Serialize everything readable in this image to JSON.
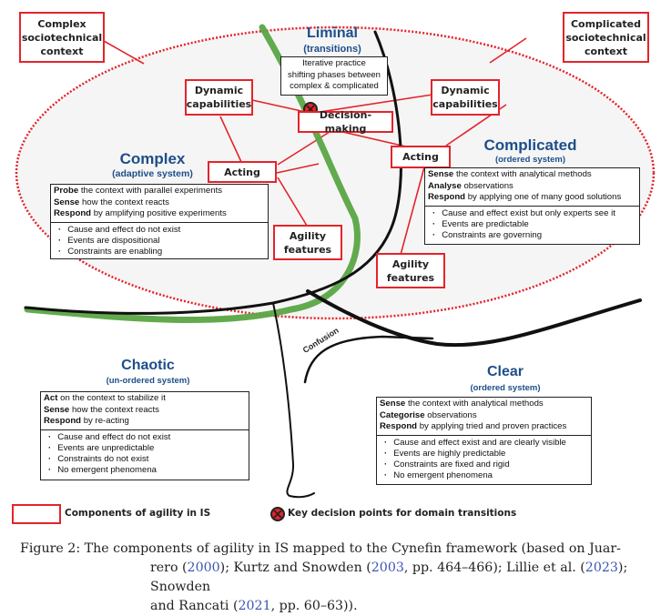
{
  "context_labels": {
    "complex_context": "Complex sociotechnical context",
    "complex_context_lines": [
      "Complex",
      "sociotechnical",
      "context"
    ],
    "complicated_context_lines": [
      "Complicated",
      "sociotechnical",
      "context"
    ]
  },
  "liminal": {
    "title": "Liminal",
    "subtitle": "(transitions)",
    "description_lines": [
      "Iterative practice",
      "shifting phases between",
      "complex & complicated"
    ]
  },
  "components": {
    "dynamic_capabilities_left": [
      "Dynamic",
      "capabilities"
    ],
    "dynamic_capabilities_right": [
      "Dynamic",
      "capabilities"
    ],
    "decision_making": "Decision-making",
    "acting_left": "Acting",
    "acting_right": "Acting",
    "agility_features_left": [
      "Agility",
      "features"
    ],
    "agility_features_right": [
      "Agility",
      "features"
    ]
  },
  "domains": {
    "complex": {
      "title": "Complex",
      "subtitle": "(adaptive system)",
      "actions": [
        {
          "verb": "Probe",
          "rest": " the context with parallel experiments"
        },
        {
          "verb": "Sense",
          "rest": " how the context reacts"
        },
        {
          "verb": "Respond",
          "rest": " by amplifying positive experiments"
        }
      ],
      "properties": [
        "Cause and effect do not exist",
        "Events are dispositional",
        "Constraints are enabling"
      ]
    },
    "complicated": {
      "title": "Complicated",
      "subtitle": "(ordered system)",
      "actions": [
        {
          "verb": "Sense",
          "rest": " the context with analytical methods"
        },
        {
          "verb": "Analyse",
          "rest": " observations"
        },
        {
          "verb": "Respond",
          "rest": " by applying one of many good solutions"
        }
      ],
      "properties": [
        "Cause and effect exist but only experts see it",
        "Events are predictable",
        "Constraints are governing"
      ]
    },
    "chaotic": {
      "title": "Chaotic",
      "subtitle": "(un-ordered system)",
      "actions": [
        {
          "verb": "Act",
          "rest": " on the context to stabilize it"
        },
        {
          "verb": "Sense",
          "rest": " how the context reacts"
        },
        {
          "verb": "Respond",
          "rest": " by re-acting"
        }
      ],
      "properties": [
        "Cause and effect do not exist",
        "Events are unpredictable",
        "Constraints do not exist",
        "No emergent phenomena"
      ]
    },
    "clear": {
      "title": "Clear",
      "subtitle": "(ordered system)",
      "actions": [
        {
          "verb": "Sense",
          "rest": " the context with analytical methods"
        },
        {
          "verb": "Categorise",
          "rest": " observations"
        },
        {
          "verb": "Respond",
          "rest": " by applying tried and proven practices"
        }
      ],
      "properties": [
        "Cause and effect exist and are clearly visible",
        "Events are highly predictable",
        "Constraints are fixed and rigid",
        "No emergent phenomena"
      ]
    }
  },
  "confusion_label": "Confusion",
  "legend": {
    "components": "Components of agility in IS",
    "decision_points": "Key decision points for domain transitions"
  },
  "caption": {
    "label": "Figure 2:",
    "line1_text": " The components of agility in IS mapped to the Cynefin framework (based on Juar-",
    "line2_parts": [
      "rero (",
      "2000",
      "); Kurtz and Snowden (",
      "2003",
      ", pp. 464–466); Lillie et al. (",
      "2023",
      "); Snowden"
    ],
    "line3_parts": [
      "and Rancati (",
      "2021",
      ", pp. 60–63))."
    ]
  },
  "colors": {
    "red": "#e3242b",
    "green": "#5aa544",
    "domain_blue": "#1d4e89",
    "cite_blue": "#3b55b5",
    "ellipse_fill": "#f5f5f5"
  }
}
